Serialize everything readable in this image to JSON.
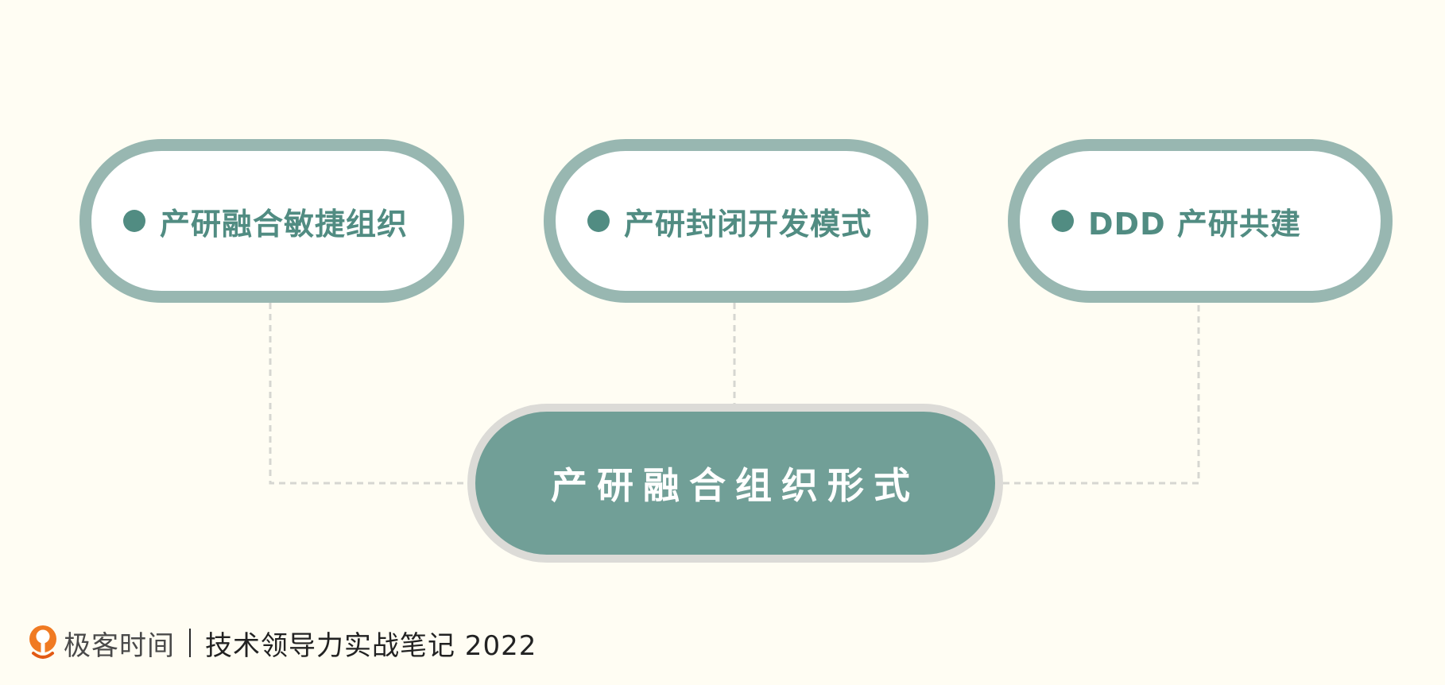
{
  "diagram": {
    "top_nodes": [
      {
        "label": "产研融合敏捷组织"
      },
      {
        "label": "产研封闭开发模式"
      },
      {
        "label": "DDD 产研共建"
      }
    ],
    "center_node": {
      "label": "产研融合组织形式"
    }
  },
  "footer": {
    "brand": "极客时间",
    "text": "技术领导力实战笔记 2022"
  },
  "colors": {
    "background": "#fffdf3",
    "top_border": "#98b7b1",
    "top_text": "#518c82",
    "center_fill": "#719f97",
    "center_border": "#dcdbd7",
    "brand_orange": "#f07a22"
  }
}
